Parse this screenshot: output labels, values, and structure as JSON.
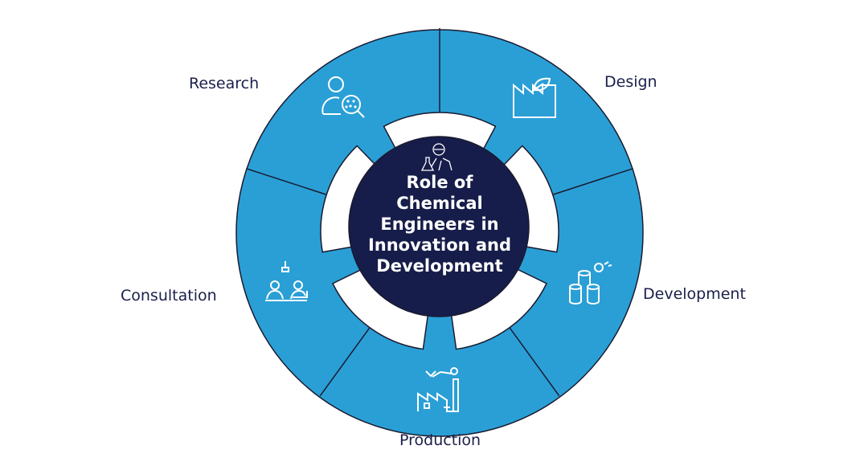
{
  "title": "Role of Chemical Engineers in Innovation and Development",
  "title_lines": [
    "Role of",
    "Chemical",
    "Engineers in",
    "Innovation and",
    "Development"
  ],
  "segments": [
    {
      "label": "Research",
      "icon": "researcher-magnifier-icon"
    },
    {
      "label": "Design",
      "icon": "factory-leaf-icon"
    },
    {
      "label": "Development",
      "icon": "cylinders-molecule-icon"
    },
    {
      "label": "Production",
      "icon": "robot-arm-factory-icon"
    },
    {
      "label": "Consultation",
      "icon": "meeting-people-icon"
    }
  ],
  "colors": {
    "ring": "#2a9fd6",
    "center": "#161d4a",
    "text": "#1b1f4b",
    "outline": "#1a1a2e"
  }
}
